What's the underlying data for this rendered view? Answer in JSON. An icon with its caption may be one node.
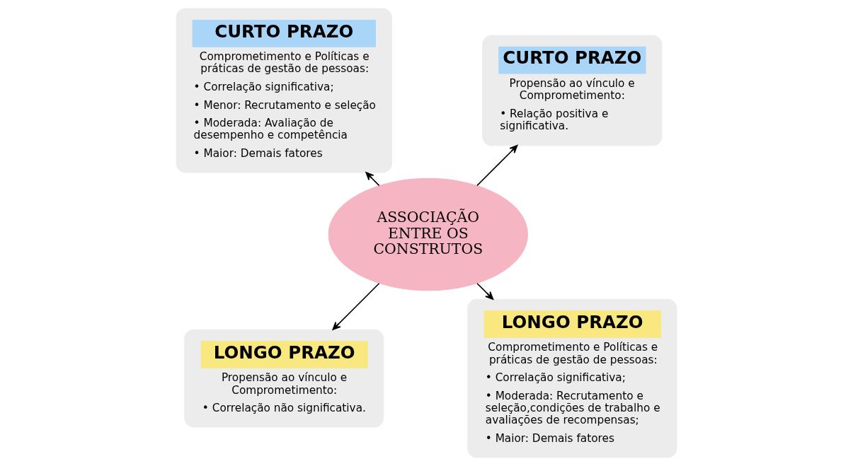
{
  "diagram": {
    "nodes": [
      {
        "text": [
          "CURTO PRAZO",
          "Propensão ao vínculo e Comprometimento:",
          "• Relação positiva e significativa."
        ]
      },
      {
        "text": [
          "CURTO PRAZO",
          "Comprometimento e Políticas e práticas de gestão de pessoas:",
          "• Correlação significativa;",
          "• Menor: Recrutamento e seleção",
          "• Moderada: Avaliação de desempenho e competência",
          "• Maior: Demais fatores"
        ]
      },
      {
        "text": [
          "ASSOCIAÇÃO ENTRE OS CONSTRUTOS"
        ]
      },
      {
        "text": [
          "LONGO PRAZO",
          "Propensão ao vínculo e Comprometimento:",
          "• Correlação não significativa."
        ]
      },
      {
        "text": [
          "LONGO PRAZO",
          "Comprometimento e Políticas e práticas de gestão de pessoas:",
          "• Correlação significativa;",
          "• Moderada: Recrutamento e seleção,condições de trabalho e avaliações de recompensas;",
          "• Maior: Demais fatores"
        ]
      }
    ],
    "edges": [
      {
        "from": 2,
        "to": 0,
        "arrow": "to"
      },
      {
        "from": 2,
        "to": 1,
        "arrow": "to"
      },
      {
        "from": 2,
        "to": 3,
        "arrow": "to"
      },
      {
        "from": 2,
        "to": 4,
        "arrow": "to"
      }
    ]
  }
}
